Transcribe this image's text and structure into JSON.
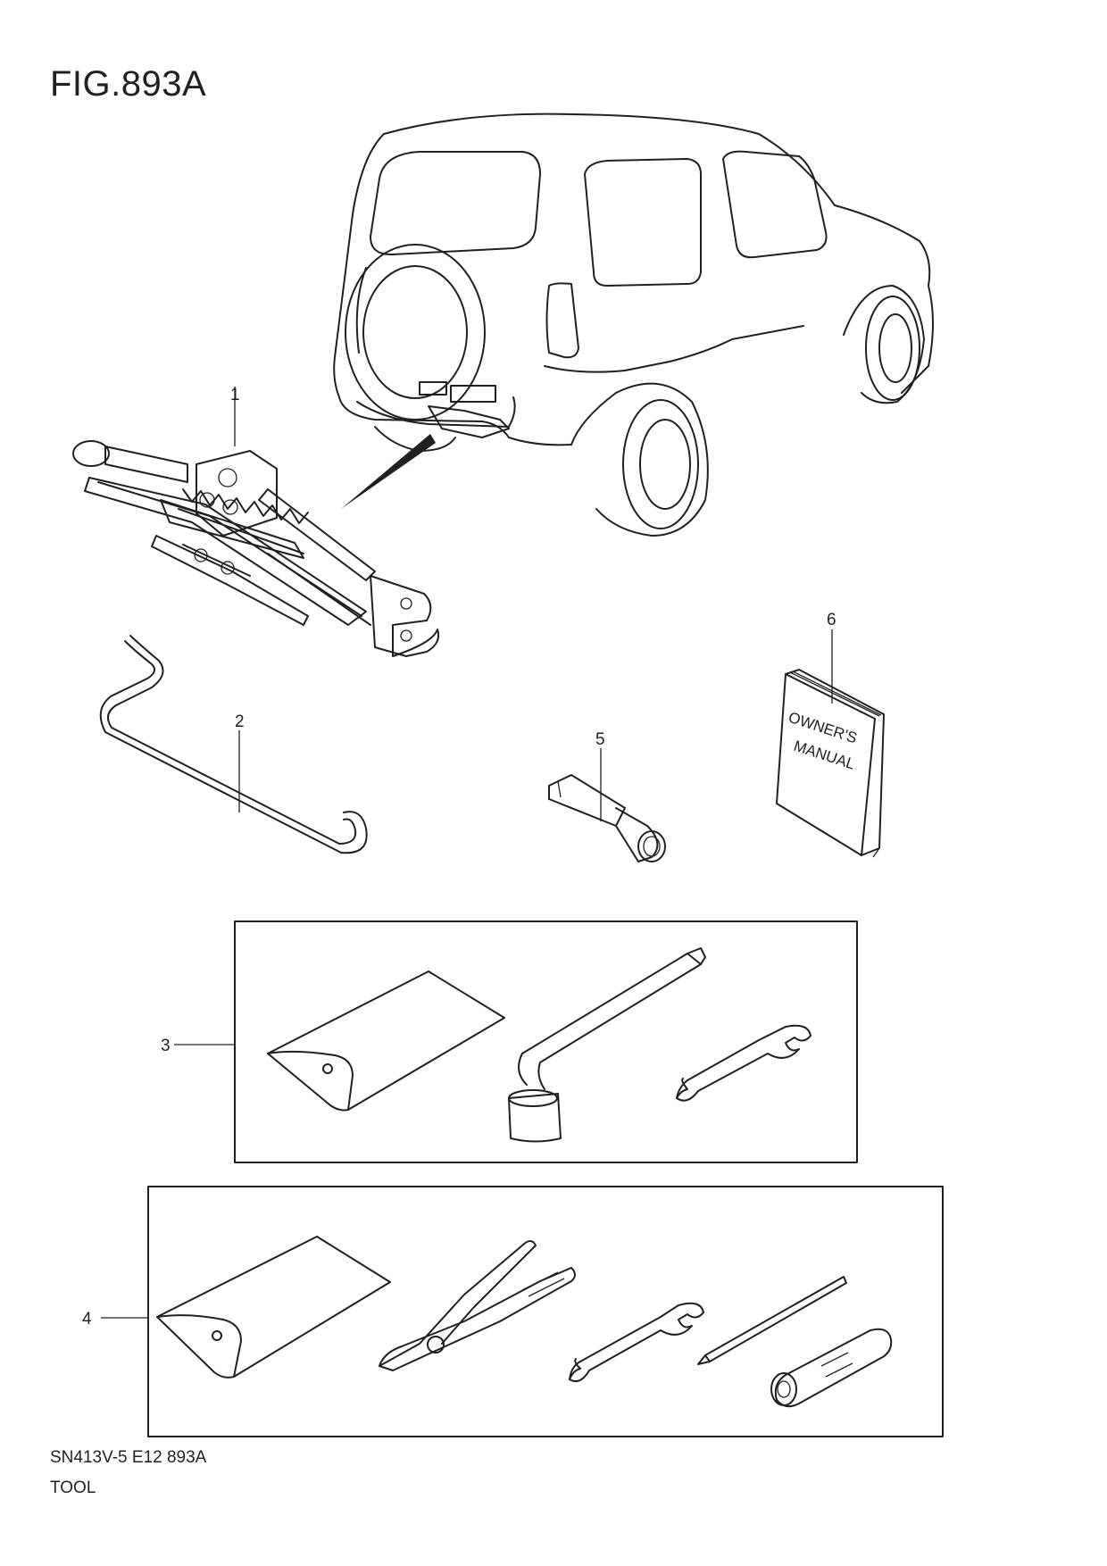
{
  "figure": {
    "title": "FIG.893A"
  },
  "footer": {
    "code": "SN413V-5 E12 893A",
    "name": "TOOL"
  },
  "manual_cover": {
    "line1": "OWNER'S",
    "line2": "MANUAL"
  },
  "callouts": [
    {
      "number": "1",
      "part": "jack"
    },
    {
      "number": "2",
      "part": "jack-handle"
    },
    {
      "number": "3",
      "part": "tool-set-1"
    },
    {
      "number": "4",
      "part": "tool-set-2"
    },
    {
      "number": "5",
      "part": "socket-adapter"
    },
    {
      "number": "6",
      "part": "owners-manual"
    }
  ],
  "colors": {
    "ink": "#231f20",
    "paper": "#ffffff"
  }
}
